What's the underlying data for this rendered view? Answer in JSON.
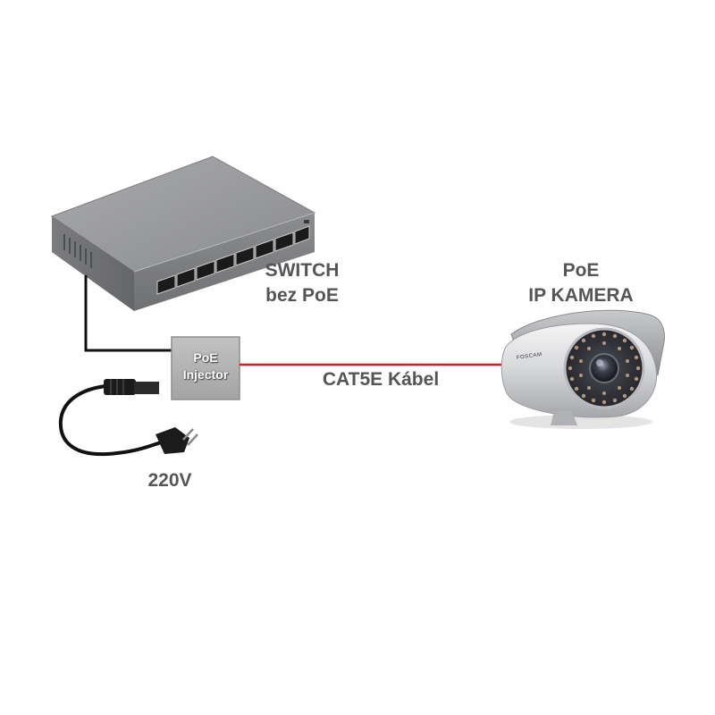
{
  "labels": {
    "switch_line1": "SWITCH",
    "switch_line2": "bez PoE",
    "camera_line1": "PoE",
    "camera_line2": "IP KAMERA",
    "cable": "CAT5E Kábel",
    "power": "220V",
    "injector_line1": "PoE",
    "injector_line2": "Injector"
  },
  "camera_brand": "FOSCAM",
  "colors": {
    "label_text": "#555555",
    "cable_line": "#cc1f2b",
    "switch_cable": "#111111",
    "injector_box": "#b5b5b5",
    "switch_body": "#8e8f91"
  }
}
